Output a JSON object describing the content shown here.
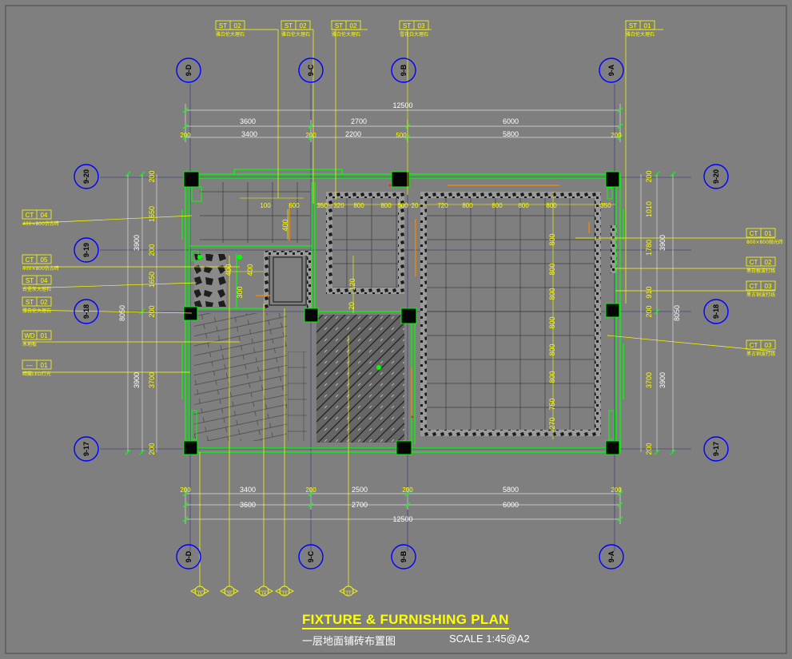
{
  "drawing": {
    "title": "FIXTURE & FURNISHING PLAN",
    "subtitle": "一层地面铺砖布置图",
    "scale": "SCALE  1:45@A2"
  },
  "colors": {
    "background": "#7f7f7f",
    "wall": "#00ff00",
    "dimension": "#ffff00",
    "leader": "#ffff00",
    "grid_bubble": "#0000ff",
    "column": "#000000",
    "tile_line": "#3a3a3a",
    "pattern": "#2a2a2a"
  },
  "grid_top": [
    "9-D",
    "9-C",
    "9-B",
    "9-A"
  ],
  "grid_bottom": [
    "9-D",
    "9-C",
    "9-B",
    "9-A"
  ],
  "grid_left": [
    "9-20",
    "9-19",
    "9-18",
    "9-17"
  ],
  "grid_right": [
    "9-20",
    "9-18",
    "9-17"
  ],
  "top_tags": [
    {
      "code": "ST",
      "num": "02",
      "desc": "雅白伦大理石"
    },
    {
      "code": "ST",
      "num": "02",
      "desc": "雅白伦大理石"
    },
    {
      "code": "ST",
      "num": "02",
      "desc": "雅白伦大理石"
    },
    {
      "code": "ST",
      "num": "03",
      "desc": "雪花白大理石"
    },
    {
      "code": "ST",
      "num": "01",
      "desc": "雅白伦大理石"
    }
  ],
  "left_tags": [
    {
      "code": "CT",
      "num": "04",
      "desc": "400×800仿古砖"
    },
    {
      "code": "CT",
      "num": "05",
      "desc": "400×800仿古砖"
    },
    {
      "code": "ST",
      "num": "04",
      "desc": "古堡灰大理石"
    },
    {
      "code": "ST",
      "num": "02",
      "desc": "雅白伦大理石"
    },
    {
      "code": "WD",
      "num": "01",
      "desc": "木地板"
    },
    {
      "code": "—",
      "num": "01",
      "desc": "暗藏LED灯光"
    }
  ],
  "right_tags": [
    {
      "code": "CT",
      "num": "01",
      "desc": "800×800抛光砖"
    },
    {
      "code": "CT",
      "num": "02",
      "desc": "黑白根波打线"
    },
    {
      "code": "CT",
      "num": "03",
      "desc": "黑古铜波打线"
    },
    {
      "code": "CT",
      "num": "03",
      "desc": "黑古铜波打线"
    }
  ],
  "dims_top": {
    "overall": "12500",
    "row1": [
      "3600",
      "2700",
      "6000"
    ],
    "row2": [
      "3400",
      "2200",
      "5800"
    ],
    "row2_small": [
      "200",
      "200",
      "500",
      "200"
    ]
  },
  "dims_bottom": {
    "overall": "12500",
    "row1": [
      "3400",
      "2500",
      "5800"
    ],
    "row1_small": [
      "200",
      "200",
      "200",
      "200"
    ],
    "row2": [
      "3600",
      "2700",
      "6000"
    ]
  },
  "dims_left": {
    "overall": "8050",
    "row1": [
      "3900",
      "3900"
    ],
    "row2": [
      "200",
      "1650",
      "200",
      "1650",
      "200",
      "3700",
      "200"
    ]
  },
  "dims_right": {
    "overall": "8050",
    "row1": [
      "3900",
      "3900"
    ],
    "row2": [
      "200",
      "1010",
      "1780",
      "910",
      "200",
      "3700",
      "200"
    ]
  },
  "tile_dims": {
    "top_row": [
      "100",
      "600",
      "350",
      "320",
      "800",
      "800",
      "600",
      "20",
      "720",
      "800",
      "800",
      "800",
      "800",
      "350"
    ],
    "vertical": [
      "800",
      "800",
      "800",
      "800",
      "800",
      "800",
      "750",
      "270"
    ],
    "left_room": [
      "400",
      "400",
      "300",
      "400",
      "120",
      "20"
    ]
  },
  "section_markers": [
    "15",
    "16",
    "14",
    "13",
    "17"
  ]
}
